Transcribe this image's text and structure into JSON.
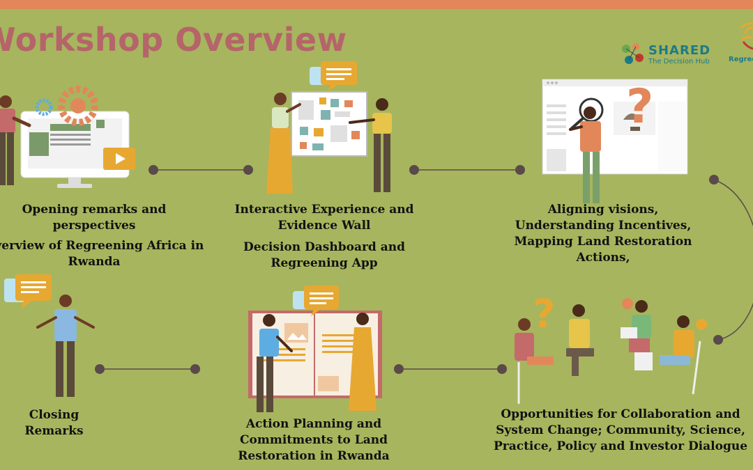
{
  "page": {
    "title": "Workshop Overview"
  },
  "logo": {
    "name": "SHARED",
    "tagline": "The Decision Hub",
    "partner_partial": "Regree"
  },
  "colors": {
    "background": "#a7b55e",
    "top_bar": "#e2875a",
    "title": "#b5646a",
    "connector": "#5a4a4a",
    "orange": "#e2875a",
    "speech": "#e7a832",
    "teal": "#1d7a8a"
  },
  "steps": [
    {
      "id": "s1",
      "paragraphs": [
        "Opening remarks and perspectives",
        "Overview of Regreening Africa in Rwanda"
      ]
    },
    {
      "id": "s2",
      "paragraphs": [
        "Interactive Experience and Evidence Wall",
        "Decision Dashboard and Regreening App"
      ]
    },
    {
      "id": "s3",
      "paragraphs": [
        "Aligning visions, Understanding Incentives, Mapping Land Restoration Actions,"
      ]
    },
    {
      "id": "s4",
      "paragraphs": [
        "Opportunities for Collaboration and System Change; Community, Science, Practice, Policy and Investor Dialogue"
      ]
    },
    {
      "id": "s5",
      "paragraphs": [
        "Action Planning and Commitments to Land Restoration in Rwanda"
      ]
    },
    {
      "id": "s6",
      "paragraphs": [
        "Closing Remarks"
      ]
    }
  ]
}
